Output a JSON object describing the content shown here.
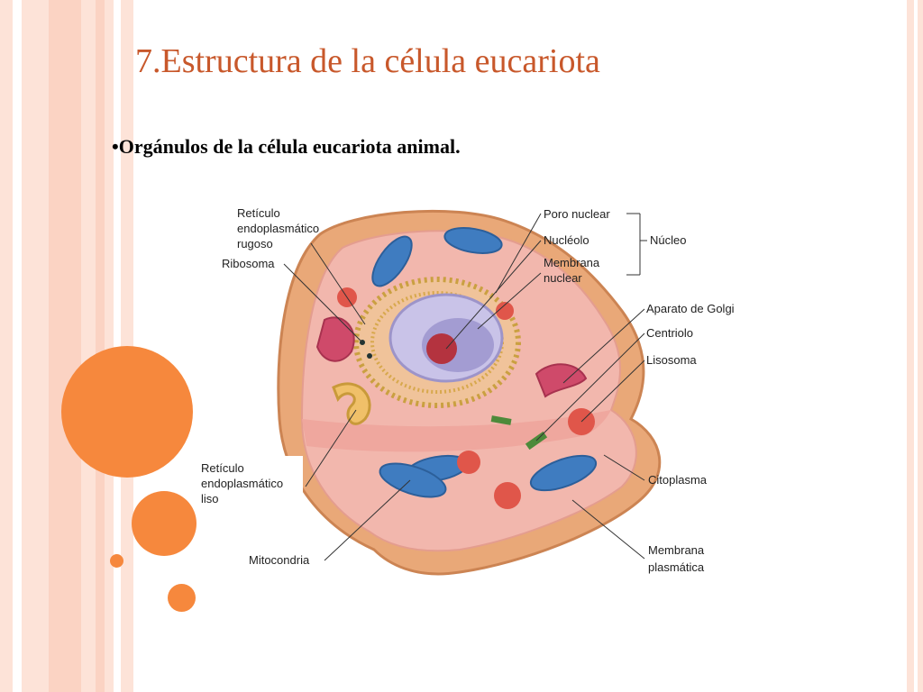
{
  "slide": {
    "title": "7.Estructura de la célula eucariota",
    "bullet": "•Orgánulos de la célula eucariota animal."
  },
  "colors": {
    "accent": "#f6883d",
    "title": "#c8582b",
    "stripe_light": "#fde3d8",
    "stripe_medium": "#f8c8b4",
    "membrane": "#e9a878",
    "cytoplasm": "#f2b7ad",
    "nucleus": "#c9c3e8",
    "nucleolus": "#b4333f",
    "mitochondria": "#3f7cc0",
    "lysosome": "#e0564a"
  },
  "labels": {
    "rer_line1": "Retículo",
    "rer_line2": "endoplasmático",
    "rer_line3": "rugoso",
    "ribosoma": "Ribosoma",
    "poro_nuclear": "Poro nuclear",
    "nucleolo": "Nucléolo",
    "membrana_nuclear_line1": "Membrana",
    "membrana_nuclear_line2": "nuclear",
    "nucleo": "Núcleo",
    "golgi": "Aparato de Golgi",
    "centriolo": "Centriolo",
    "lisosoma": "Lisosoma",
    "ser_line1": "Retículo",
    "ser_line2": "endoplasmático",
    "ser_line3": "liso",
    "citoplasma": "Citoplasma",
    "mitocondria": "Mitocondria",
    "membrana_plasmatica_line1": "Membrana",
    "membrana_plasmatica_line2": "plasmática"
  }
}
